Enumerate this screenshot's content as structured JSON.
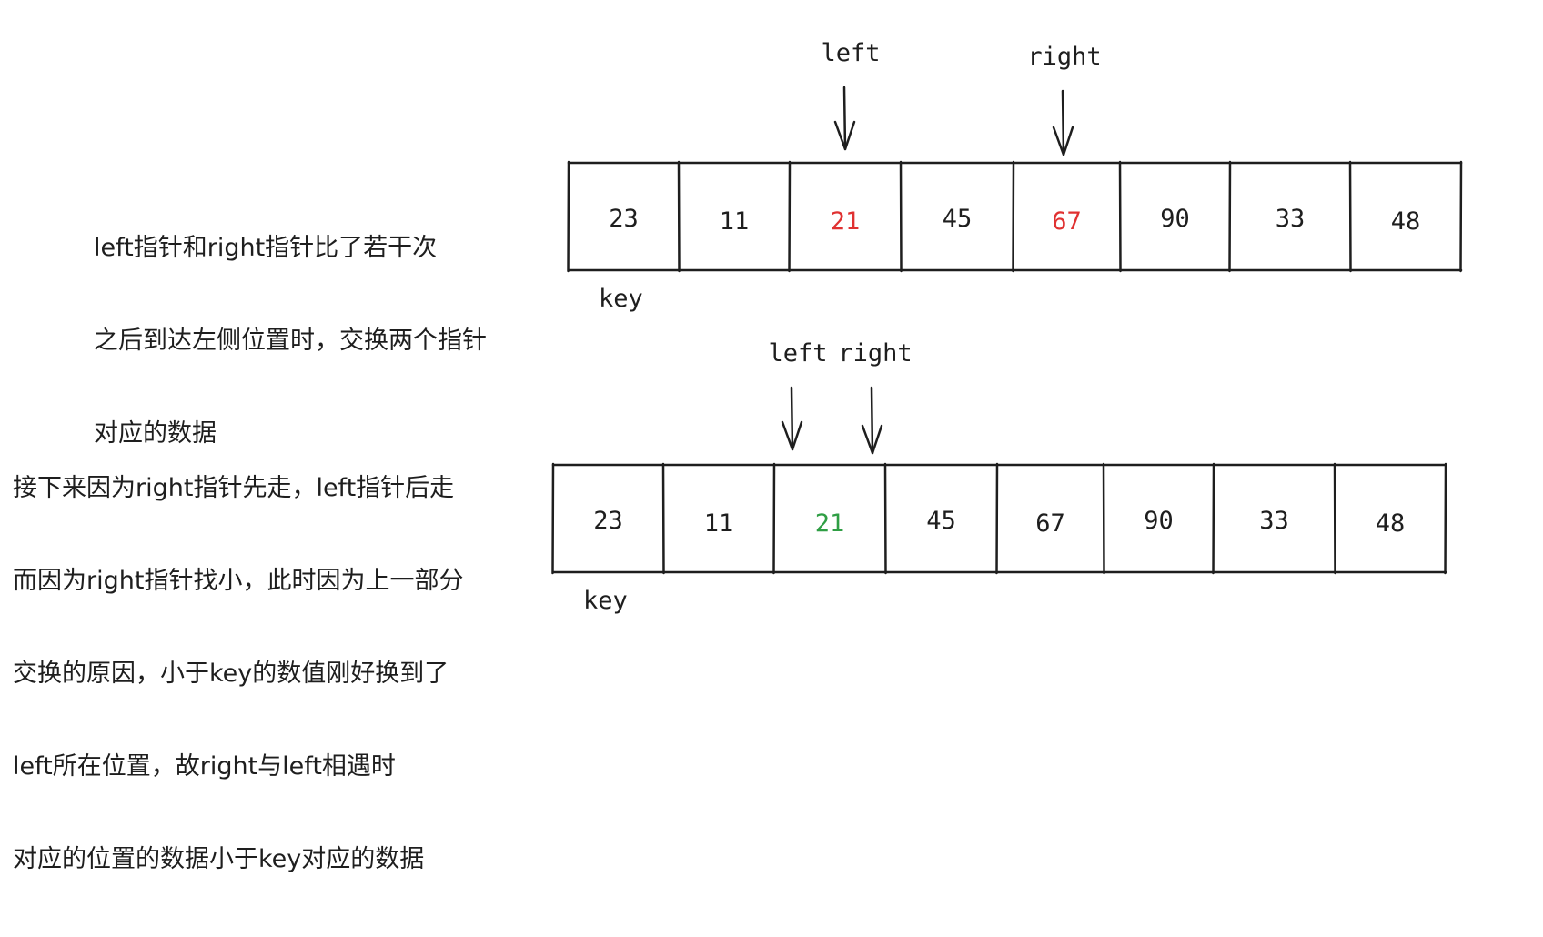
{
  "colors": {
    "ink": "#1e1e1e",
    "highlight_red": "#e03131",
    "highlight_green": "#2f9e44",
    "background": "#ffffff"
  },
  "panels": [
    {
      "description_lines": [
        "left指针和right指针比了若干次",
        "之后到达左侧位置时，交换两个指针",
        "对应的数据"
      ],
      "cells": [
        {
          "value": "23",
          "color": "ink"
        },
        {
          "value": "11",
          "color": "ink"
        },
        {
          "value": "21",
          "color": "highlight_red"
        },
        {
          "value": "45",
          "color": "ink"
        },
        {
          "value": "67",
          "color": "highlight_red"
        },
        {
          "value": "90",
          "color": "ink"
        },
        {
          "value": "33",
          "color": "ink"
        },
        {
          "value": "48",
          "color": "ink"
        }
      ],
      "key_label": "key",
      "pointers": [
        {
          "label": "left",
          "cell_index": 2
        },
        {
          "label": "right",
          "cell_index": 4
        }
      ]
    },
    {
      "description_lines": [
        "接下来因为right指针先走，left指针后走",
        "而因为right指针找小，此时因为上一部分",
        "交换的原因，小于key的数值刚好换到了",
        "left所在位置，故right与left相遇时",
        "对应的位置的数据小于key对应的数据"
      ],
      "cells": [
        {
          "value": "23",
          "color": "ink"
        },
        {
          "value": "11",
          "color": "ink"
        },
        {
          "value": "21",
          "color": "highlight_green"
        },
        {
          "value": "45",
          "color": "ink"
        },
        {
          "value": "67",
          "color": "ink"
        },
        {
          "value": "90",
          "color": "ink"
        },
        {
          "value": "33",
          "color": "ink"
        },
        {
          "value": "48",
          "color": "ink"
        }
      ],
      "key_label": "key",
      "pointers": [
        {
          "label": "left",
          "cell_index": 2
        },
        {
          "label": "right",
          "cell_index": 2
        }
      ]
    }
  ]
}
